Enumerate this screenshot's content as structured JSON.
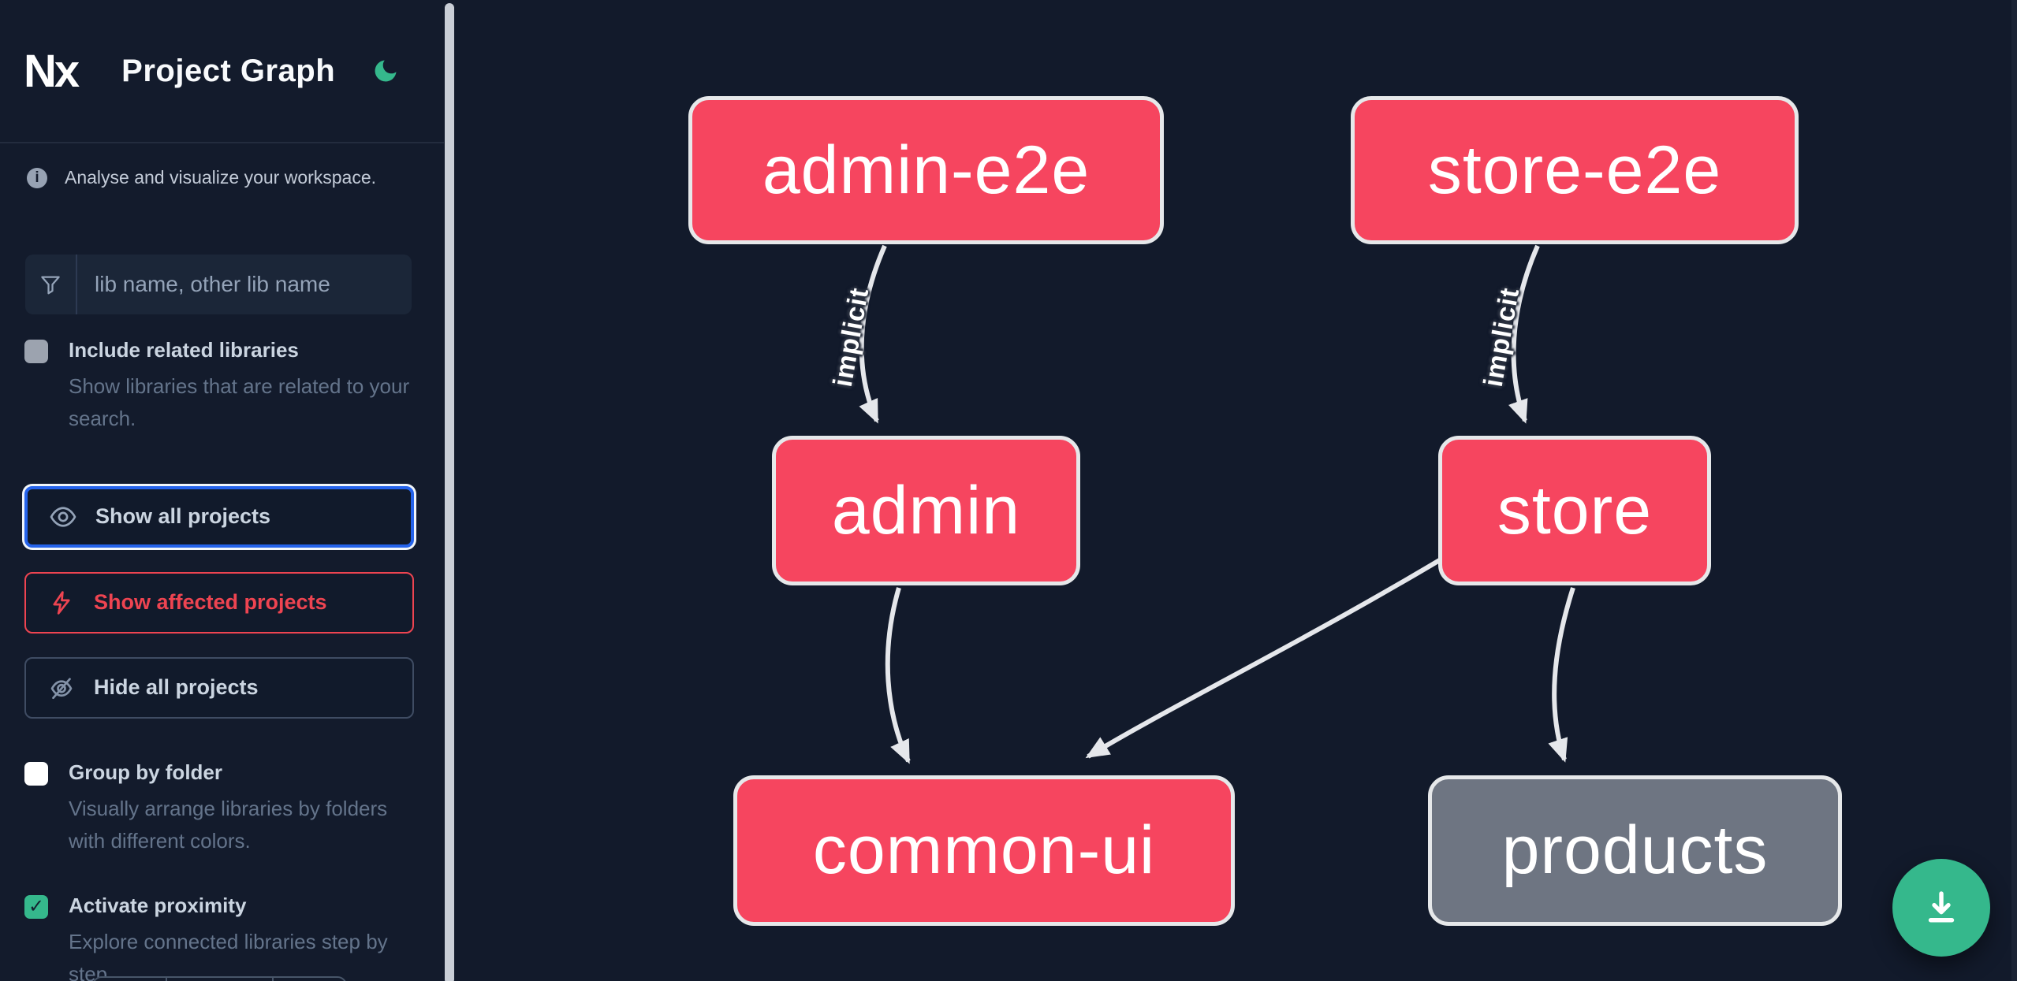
{
  "app": {
    "logo_text": "Nx",
    "title": "Project Graph"
  },
  "sidebar": {
    "intro_text": "Analyse and visualize your workspace.",
    "search": {
      "placeholder": "lib name, other lib name"
    },
    "options": [
      {
        "label": "Include related libraries",
        "description": "Show libraries that are related to your search.",
        "checked": false
      },
      {
        "label": "Group by folder",
        "description": "Visually arrange libraries by folders with different colors.",
        "checked": false
      },
      {
        "label": "Activate proximity",
        "description": "Explore connected libraries step by step.",
        "checked": true,
        "check_glyph": "✓"
      }
    ],
    "actions": [
      {
        "label": "Show all projects",
        "icon": "eye-icon",
        "state": "focused"
      },
      {
        "label": "Show affected projects",
        "icon": "bolt-icon",
        "state": "danger"
      },
      {
        "label": "Hide all projects",
        "icon": "eye-off-icon",
        "state": "default"
      }
    ]
  },
  "graph": {
    "nodes": [
      {
        "id": "admin-e2e",
        "label": "admin-e2e",
        "type": "project"
      },
      {
        "id": "store-e2e",
        "label": "store-e2e",
        "type": "project"
      },
      {
        "id": "admin",
        "label": "admin",
        "type": "project"
      },
      {
        "id": "store",
        "label": "store",
        "type": "project"
      },
      {
        "id": "common-ui",
        "label": "common-ui",
        "type": "project"
      },
      {
        "id": "products",
        "label": "products",
        "type": "project-muted"
      }
    ],
    "edges": [
      {
        "from": "admin-e2e",
        "to": "admin",
        "label": "implicit"
      },
      {
        "from": "store-e2e",
        "to": "store",
        "label": "implicit"
      },
      {
        "from": "admin",
        "to": "common-ui",
        "label": ""
      },
      {
        "from": "store",
        "to": "common-ui",
        "label": ""
      },
      {
        "from": "store",
        "to": "products",
        "label": ""
      }
    ]
  },
  "fab": {
    "icon": "download-icon"
  },
  "colors": {
    "background": "#121a2b",
    "node_pink": "#f6455f",
    "node_gray": "#6e7582",
    "node_border": "#e6e8ea",
    "edge_gray": "#e5e7eb",
    "accent_green": "#35b88c",
    "focus_blue": "#2563eb",
    "danger_red": "#ee4451",
    "text_light": "#cbd5e1",
    "text_muted": "#64748b"
  }
}
